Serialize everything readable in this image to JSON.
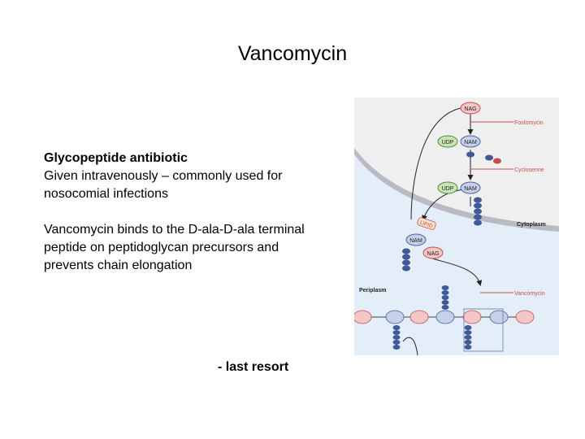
{
  "slide": {
    "title": "Vancomycin",
    "heading": "Glycopeptide antibiotic",
    "line1": "Given intravenously – commonly used for",
    "line2": "nosocomial infections",
    "line3": "Vancomycin binds to the D-ala-D-ala terminal",
    "line4": "peptide on peptidoglycan precursors and",
    "line5": "prevents chain elongation",
    "footnote": "- last resort"
  },
  "figure": {
    "nodes": {
      "nag_top": "NAG",
      "udp1": "UDP",
      "nam1": "NAM",
      "udp2": "UDP",
      "nam2": "NAM",
      "lipid": "LIPID",
      "nam3": "NAM",
      "nag3": "NAG"
    },
    "drug_labels": {
      "fosfomycin": "Fosfomycin",
      "cycloserine": "Cycloserine",
      "vancomycin": "Vancomycin"
    },
    "region_labels": {
      "cytoplasm": "Cytoplasm",
      "periplasm": "Periplasm"
    },
    "colors": {
      "nag_fill": "#f4c6c6",
      "nag_stroke": "#c0504d",
      "udp_fill": "#c9e5b6",
      "udp_stroke": "#4f8a3c",
      "nam_fill": "#c5d1ea",
      "nam_stroke": "#4a5f95",
      "bead": "#3f5a96",
      "drug_label": "#c0504d",
      "periplasm_bg": "#e4eef8",
      "cytoplasm_bg": "#eeeeee"
    }
  }
}
